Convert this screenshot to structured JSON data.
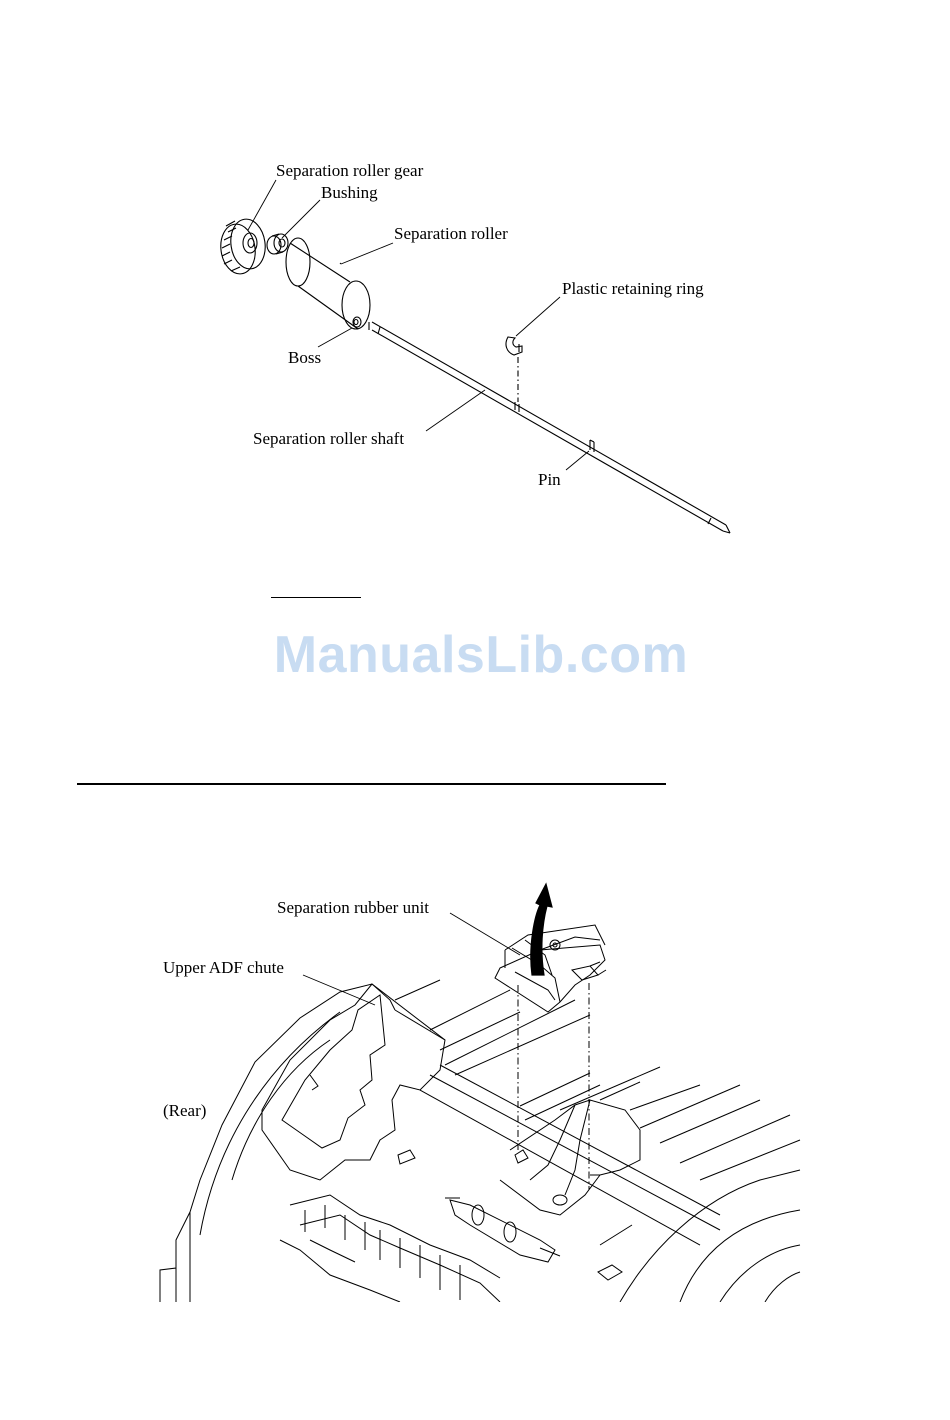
{
  "figure1": {
    "labels": {
      "gear": "Separation roller gear",
      "bushing": "Bushing",
      "roller": "Separation roller",
      "ring": "Plastic retaining ring",
      "boss": "Boss",
      "shaft": "Separation roller shaft",
      "pin": "Pin"
    }
  },
  "watermark": {
    "text": "ManualsLib.com",
    "color": "#c8dcf2"
  },
  "figure2": {
    "labels": {
      "rubber_unit": "Separation rubber unit",
      "upper_chute": "Upper ADF chute",
      "rear": "(Rear)"
    }
  }
}
